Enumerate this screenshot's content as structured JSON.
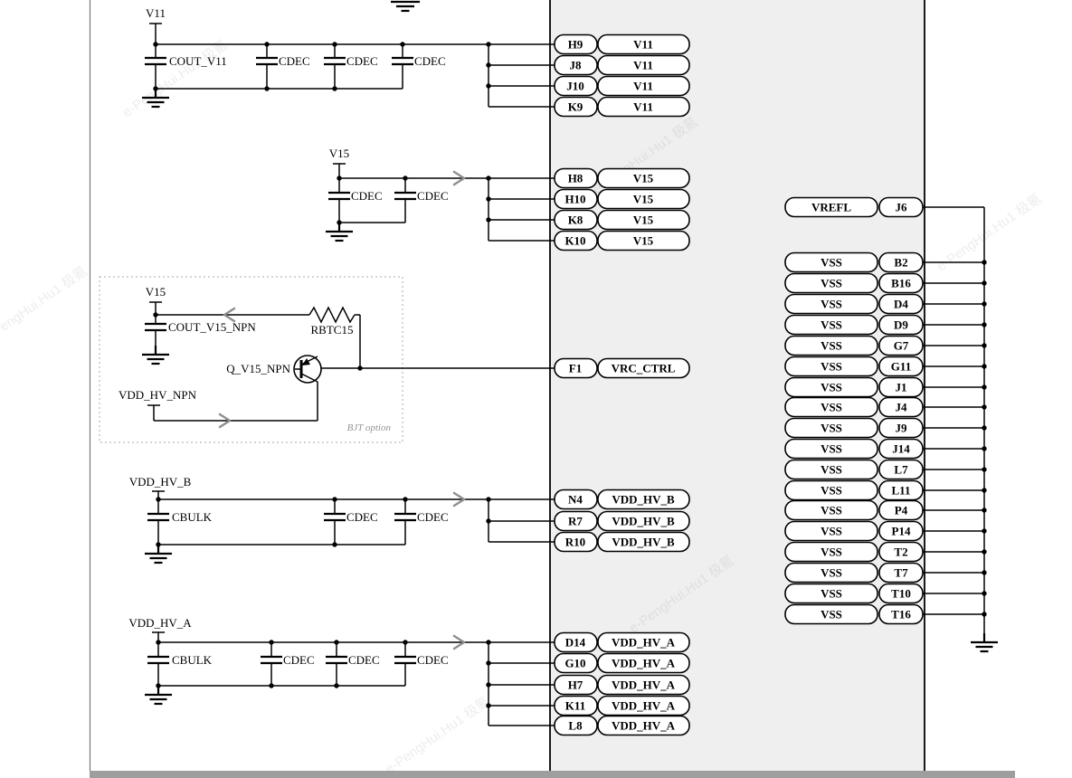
{
  "watermark": "e-PengHui.Hu1 极氪",
  "labels": {
    "cdec": "CDEC",
    "cbulk": "CBULK",
    "cout_v11": "COUT_V11",
    "cout_v15_npn": "COUT_V15_NPN",
    "rbtc15": "RBTC15",
    "q_v15_npn": "Q_V15_NPN",
    "bjt_option": "BJT option"
  },
  "flags": {
    "v11": "V11",
    "v15": "V15",
    "vdd_hv_npn": "VDD_HV_NPN",
    "vdd_hv_b": "VDD_HV_B",
    "vdd_hv_a": "VDD_HV_A"
  },
  "left_pins": [
    {
      "pin": "H9",
      "net": "V11"
    },
    {
      "pin": "J8",
      "net": "V11"
    },
    {
      "pin": "J10",
      "net": "V11"
    },
    {
      "pin": "K9",
      "net": "V11"
    },
    {
      "pin": "H8",
      "net": "V15"
    },
    {
      "pin": "H10",
      "net": "V15"
    },
    {
      "pin": "K8",
      "net": "V15"
    },
    {
      "pin": "K10",
      "net": "V15"
    },
    {
      "pin": "F1",
      "net": "VRC_CTRL"
    },
    {
      "pin": "N4",
      "net": "VDD_HV_B"
    },
    {
      "pin": "R7",
      "net": "VDD_HV_B"
    },
    {
      "pin": "R10",
      "net": "VDD_HV_B"
    },
    {
      "pin": "D14",
      "net": "VDD_HV_A"
    },
    {
      "pin": "G10",
      "net": "VDD_HV_A"
    },
    {
      "pin": "H7",
      "net": "VDD_HV_A"
    },
    {
      "pin": "K11",
      "net": "VDD_HV_A"
    },
    {
      "pin": "L8",
      "net": "VDD_HV_A"
    }
  ],
  "right_pins": [
    {
      "net": "VREFL",
      "pin": "J6"
    },
    {
      "net": "VSS",
      "pin": "B2"
    },
    {
      "net": "VSS",
      "pin": "B16"
    },
    {
      "net": "VSS",
      "pin": "D4"
    },
    {
      "net": "VSS",
      "pin": "D9"
    },
    {
      "net": "VSS",
      "pin": "G7"
    },
    {
      "net": "VSS",
      "pin": "G11"
    },
    {
      "net": "VSS",
      "pin": "J1"
    },
    {
      "net": "VSS",
      "pin": "J4"
    },
    {
      "net": "VSS",
      "pin": "J9"
    },
    {
      "net": "VSS",
      "pin": "J14"
    },
    {
      "net": "VSS",
      "pin": "L7"
    },
    {
      "net": "VSS",
      "pin": "L11"
    },
    {
      "net": "VSS",
      "pin": "P4"
    },
    {
      "net": "VSS",
      "pin": "P14"
    },
    {
      "net": "VSS",
      "pin": "T2"
    },
    {
      "net": "VSS",
      "pin": "T7"
    },
    {
      "net": "VSS",
      "pin": "T10"
    },
    {
      "net": "VSS",
      "pin": "T16"
    }
  ]
}
